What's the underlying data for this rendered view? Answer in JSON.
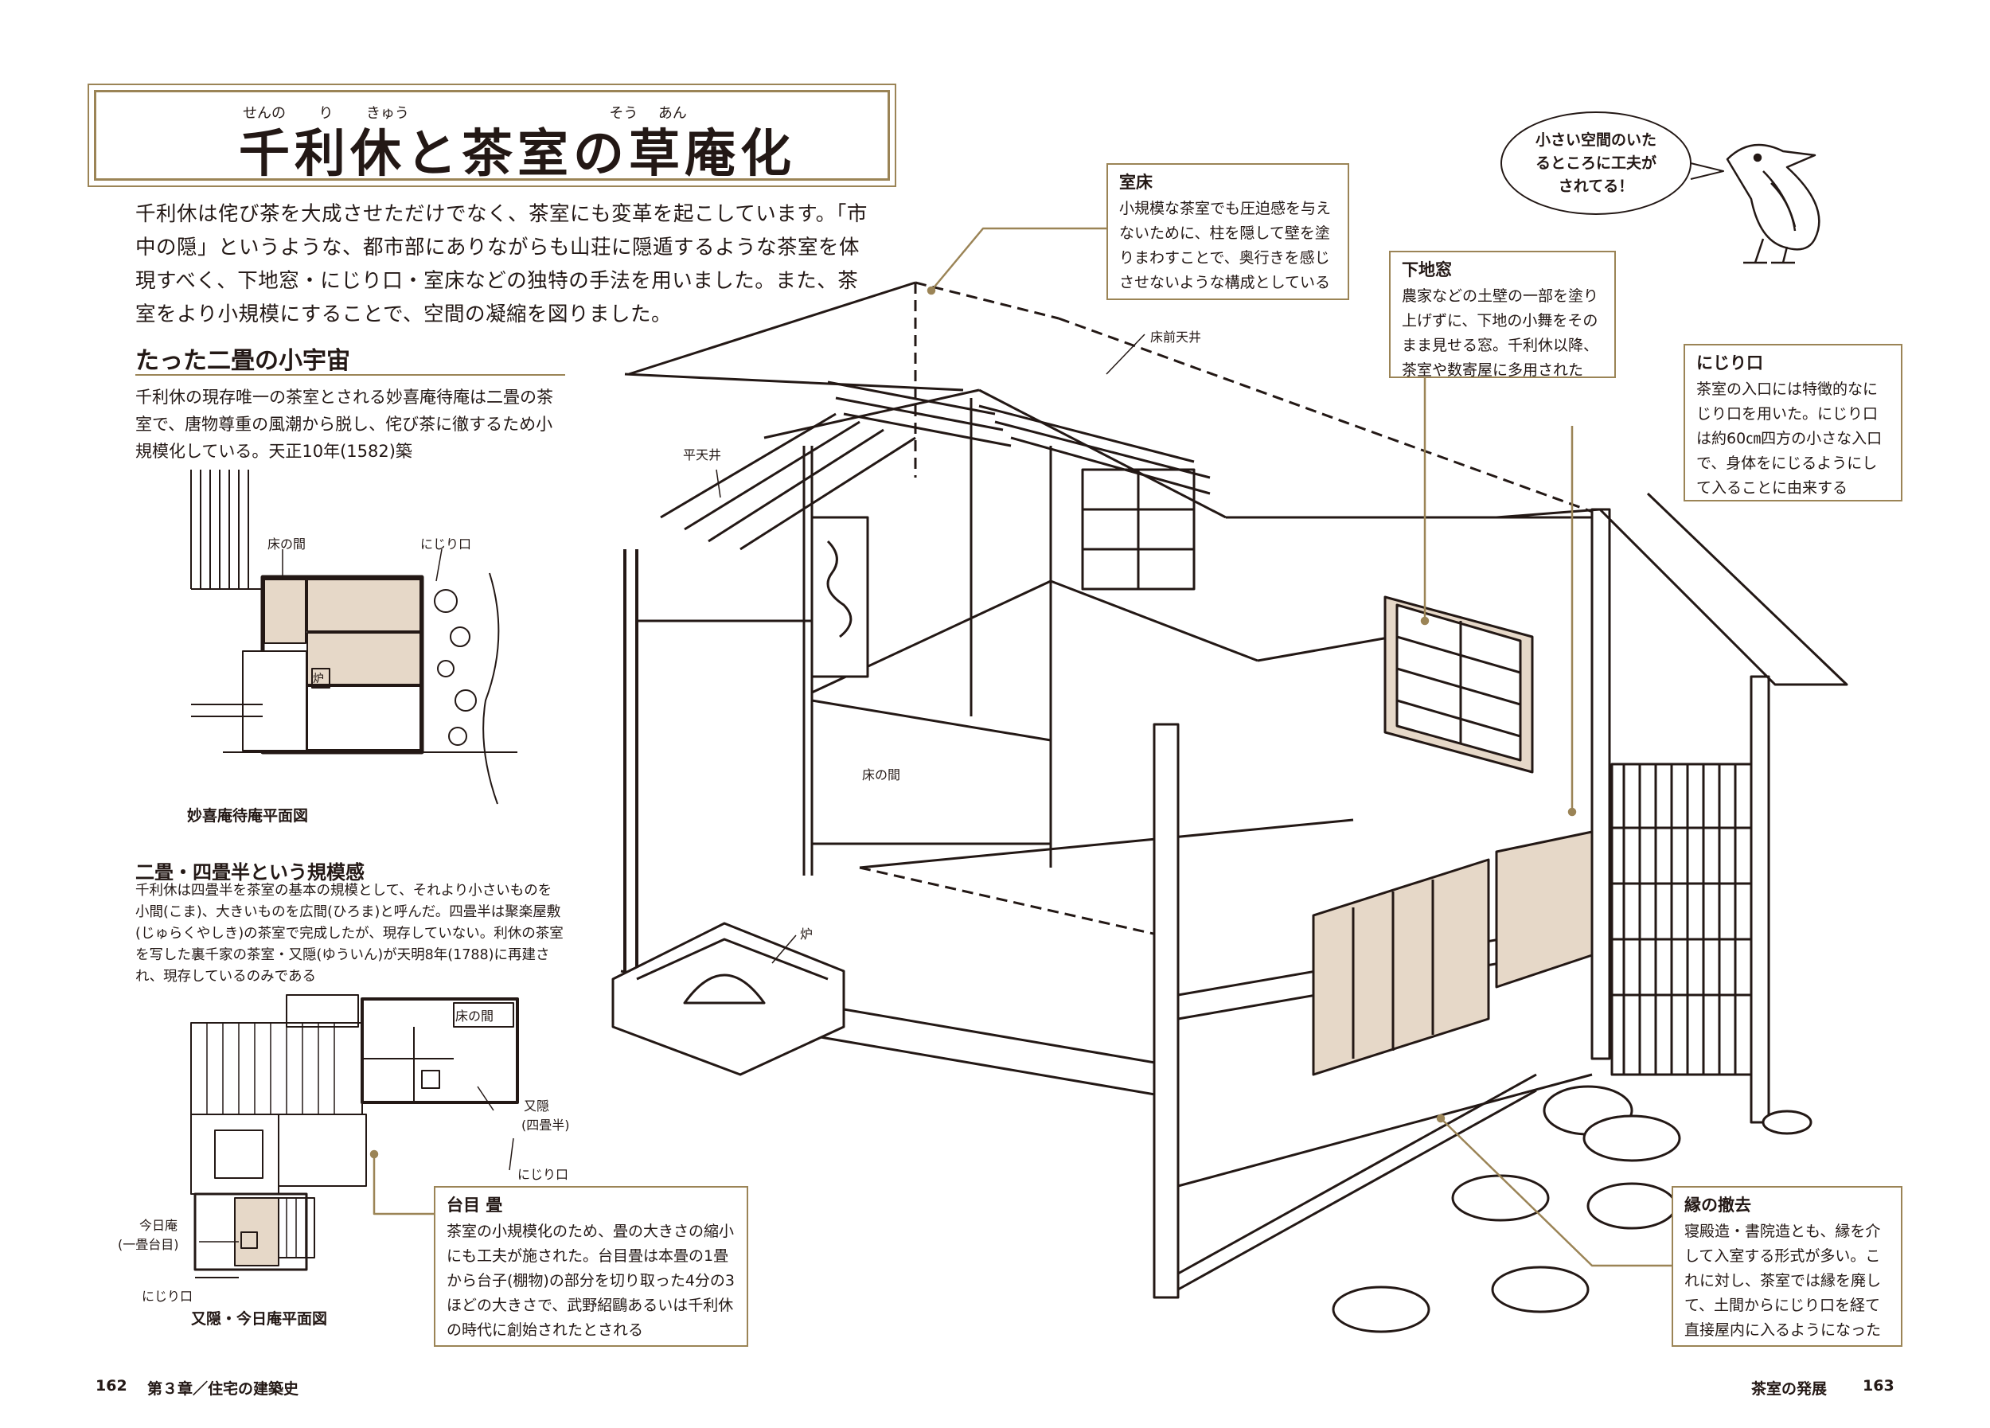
{
  "title": {
    "text": "千利休と茶室の草庵化",
    "ruby": [
      "せんの",
      "り",
      "きゅう",
      "そう",
      "あん"
    ]
  },
  "intro": "千利休は侘び茶を大成させただけでなく、茶室にも変革を起こしています。「市中の隠」というような、都市部にありながらも山荘に隠遁するような茶室を体現すべく、下地窓・にじり口・室床などの独特の手法を用いました。また、茶室をより小規模にすることで、空間の凝縮を図りました。",
  "section1": {
    "heading": "たった二畳の小宇宙",
    "text": "千利休の現存唯一の茶室とされる妙喜庵待庵は二畳の茶室で、唐物尊重の風潮から脱し、侘び茶に徹するため小規模化している。天正10年(1582)築",
    "plan_labels": {
      "toko": "床の間",
      "nijiri": "にじり口",
      "ro": "炉"
    },
    "caption": "妙喜庵待庵平面図"
  },
  "section2": {
    "heading": "二畳・四畳半という規模感",
    "text": "千利休は四畳半を茶室の基本の規模として、それより小さいものを小間(こま)、大きいものを広間(ひろま)と呼んだ。四畳半は聚楽屋敷(じゅらくやしき)の茶室で完成したが、現存していない。利休の茶室を写した裏千家の茶室・又隠(ゆういん)が天明8年(1788)に再建され、現存しているのみである",
    "plan_labels": {
      "toko": "床の間",
      "yuin": "又隠",
      "yuin_sub": "(四畳半)",
      "nijiri1": "にじり口",
      "konnichi": "今日庵",
      "konnichi_sub": "(一畳台目)",
      "nijiri2": "にじり口"
    },
    "caption": "又隠・今日庵平面図"
  },
  "illustration_labels": {
    "tokomae": "床前天井",
    "hiratenjo": "平天井",
    "tokonoma": "床の間",
    "ro": "炉"
  },
  "callouts": {
    "murodoko": {
      "title": "室床",
      "body": "小規模な茶室でも圧迫感を与えないために、柱を隠して壁を塗りまわすことで、奥行きを感じさせないような構成としている"
    },
    "shitaji": {
      "title": "下地窓",
      "body": "農家などの土壁の一部を塗り上げずに、下地の小舞をそのまま見せる窓。千利休以降、茶室や数寄屋に多用された"
    },
    "nijiriguchi": {
      "title": "にじり口",
      "body": "茶室の入口には特徴的なにじり口を用いた。にじり口は約60㎝四方の小さな入口で、身体をにじるようにして入ることに由来する"
    },
    "daimedatami": {
      "title": "台目 畳",
      "body": "茶室の小規模化のため、畳の大きさの縮小にも工夫が施された。台目畳は本畳の1畳から台子(棚物)の部分を切り取った4分の3ほどの大きさで、武野紹鷗あるいは千利休の時代に創始されたとされる"
    },
    "en": {
      "title": "縁の撤去",
      "body": "寝殿造・書院造とも、縁を介して入室する形式が多い。これに対し、茶室では縁を廃して、土間からにじり口を経て直接屋内に入るようになった"
    }
  },
  "speech": "小さい空間のいたるところに工夫がされてる！",
  "footer": {
    "left_page": "162",
    "chapter": "第３章／住宅の建築史",
    "section": "茶室の発展",
    "right_page": "163"
  },
  "colors": {
    "accent": "#9b8456",
    "wall_fill": "#e6d8c8",
    "text": "#231815"
  }
}
